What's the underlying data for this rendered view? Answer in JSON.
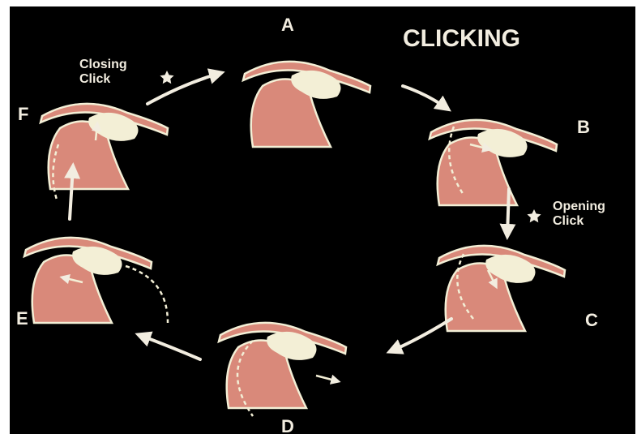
{
  "title": "CLICKING",
  "stages": [
    {
      "id": "A",
      "label": "A"
    },
    {
      "id": "B",
      "label": "B"
    },
    {
      "id": "C",
      "label": "C"
    },
    {
      "id": "D",
      "label": "D"
    },
    {
      "id": "E",
      "label": "E"
    },
    {
      "id": "F",
      "label": "F"
    }
  ],
  "events": {
    "opening": {
      "line1": "Opening",
      "line2": "Click",
      "marker": "star-icon"
    },
    "closing": {
      "line1": "Closing",
      "line2": "Click",
      "marker": "star-icon"
    }
  },
  "colors": {
    "background": "#000000",
    "bone": "#d9897a",
    "disc": "#f3efd6",
    "text": "#f2ede0",
    "arrow": "#f2ede0"
  }
}
